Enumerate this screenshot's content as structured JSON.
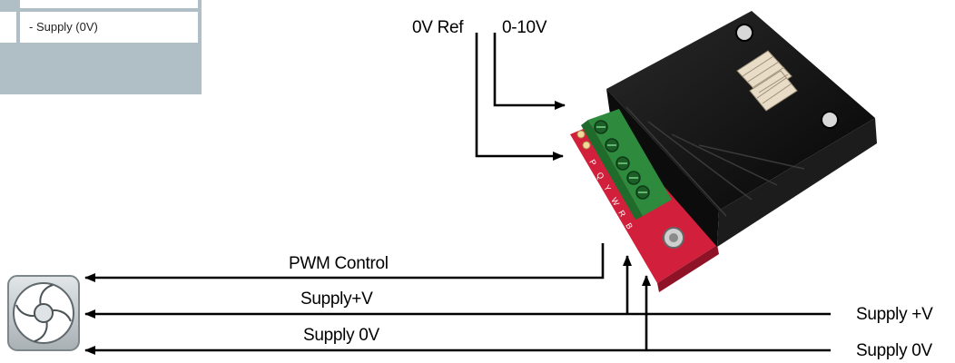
{
  "legend": {
    "row_text": "- Supply (0V)"
  },
  "labels": {
    "ref_0v": "0V Ref",
    "signal_0_10v": "0-10V",
    "pwm_control": "PWM Control",
    "supply_plus_v_left": "Supply+V",
    "supply_0v_left": "Supply 0V",
    "supply_plus_v_right": "Supply +V",
    "supply_0v_right": "Supply 0V"
  },
  "board": {
    "terminal_letters": [
      "P",
      "Q",
      "Y",
      "W",
      "R",
      "B"
    ]
  },
  "colors": {
    "pcb": "#d21f3c",
    "terminal_block": "#2e8b3e",
    "heatsink": "#151515",
    "arrow": "#000000",
    "legend_panel": "#b0bec5"
  }
}
